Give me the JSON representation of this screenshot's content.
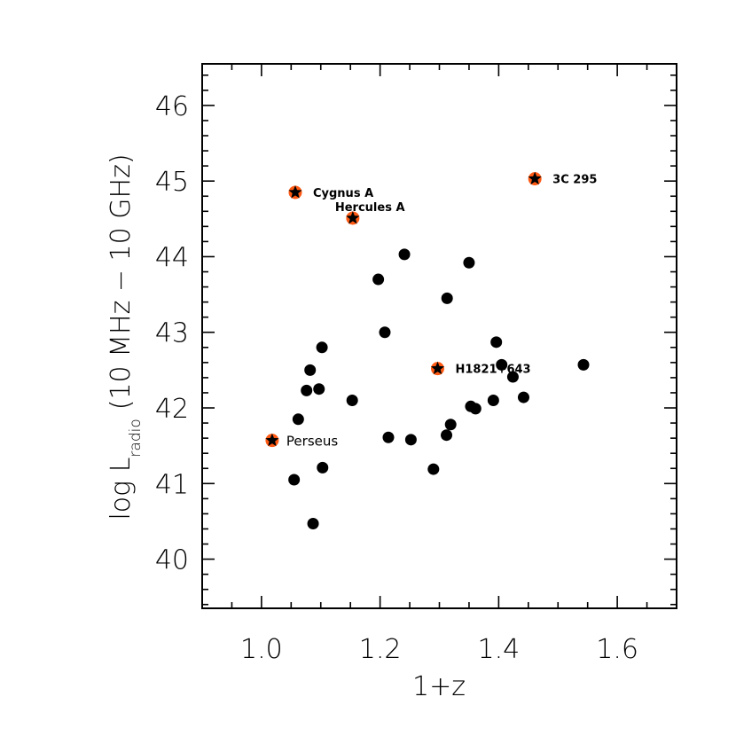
{
  "chart_data": {
    "type": "scatter",
    "xlabel": "1+z",
    "ylabel_main": "log L",
    "ylabel_sub": "radio",
    "ylabel_rest": "(10 MHz − 10 GHz)",
    "xlim": [
      0.9,
      1.7
    ],
    "ylim": [
      39.35,
      46.55
    ],
    "x_ticks": [
      1.0,
      1.2,
      1.4,
      1.6
    ],
    "x_tick_labels": [
      "1.0",
      "1.2",
      "1.4",
      "1.6"
    ],
    "y_ticks": [
      40,
      41,
      42,
      43,
      44,
      45,
      46
    ],
    "y_tick_labels": [
      "40",
      "41",
      "42",
      "43",
      "44",
      "45",
      "46"
    ],
    "grid": false,
    "marker_colors": {
      "circle": "#000000",
      "star": "#ff5a14"
    },
    "series": [
      {
        "marker": "circle",
        "points": [
          {
            "x": 1.055,
            "y": 41.05
          },
          {
            "x": 1.062,
            "y": 41.85
          },
          {
            "x": 1.076,
            "y": 42.23
          },
          {
            "x": 1.082,
            "y": 42.5
          },
          {
            "x": 1.087,
            "y": 40.47
          },
          {
            "x": 1.097,
            "y": 42.25
          },
          {
            "x": 1.102,
            "y": 42.8
          },
          {
            "x": 1.103,
            "y": 41.21
          },
          {
            "x": 1.153,
            "y": 42.1
          },
          {
            "x": 1.197,
            "y": 43.7
          },
          {
            "x": 1.208,
            "y": 43.0
          },
          {
            "x": 1.214,
            "y": 41.61
          },
          {
            "x": 1.241,
            "y": 44.03
          },
          {
            "x": 1.252,
            "y": 41.58
          },
          {
            "x": 1.29,
            "y": 41.19
          },
          {
            "x": 1.312,
            "y": 41.64
          },
          {
            "x": 1.313,
            "y": 43.45
          },
          {
            "x": 1.319,
            "y": 41.78
          },
          {
            "x": 1.35,
            "y": 43.92
          },
          {
            "x": 1.353,
            "y": 42.02
          },
          {
            "x": 1.361,
            "y": 41.99
          },
          {
            "x": 1.391,
            "y": 42.1
          },
          {
            "x": 1.396,
            "y": 42.87
          },
          {
            "x": 1.405,
            "y": 42.57
          },
          {
            "x": 1.424,
            "y": 42.41
          },
          {
            "x": 1.442,
            "y": 42.14
          },
          {
            "x": 1.543,
            "y": 42.57
          }
        ]
      },
      {
        "marker": "star",
        "points": [
          {
            "x": 1.018,
            "y": 41.57,
            "label": "Perseus"
          },
          {
            "x": 1.057,
            "y": 44.85,
            "label": "Cygnus A"
          },
          {
            "x": 1.154,
            "y": 44.51,
            "label": "Hercules A"
          },
          {
            "x": 1.297,
            "y": 42.52,
            "label": "H1821+643"
          },
          {
            "x": 1.461,
            "y": 45.03,
            "label": "3C 295"
          }
        ]
      }
    ]
  }
}
